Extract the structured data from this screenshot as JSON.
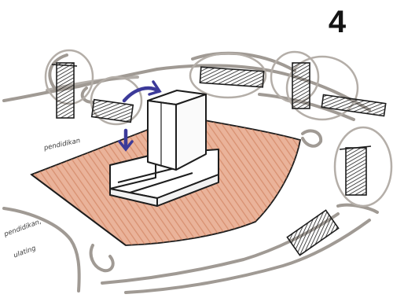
{
  "page_number": "4",
  "annotations": {
    "label_1": "pendidikan",
    "label_2_line1": "pendidikan,",
    "label_2_line2": "ulating"
  },
  "colors": {
    "ink": "#1d1d1d",
    "ground_fill": "#e4a98e",
    "ground_hatch": "#c8744f",
    "grey_marker": "#a09a94",
    "arrow_blue": "#3c3a99"
  }
}
